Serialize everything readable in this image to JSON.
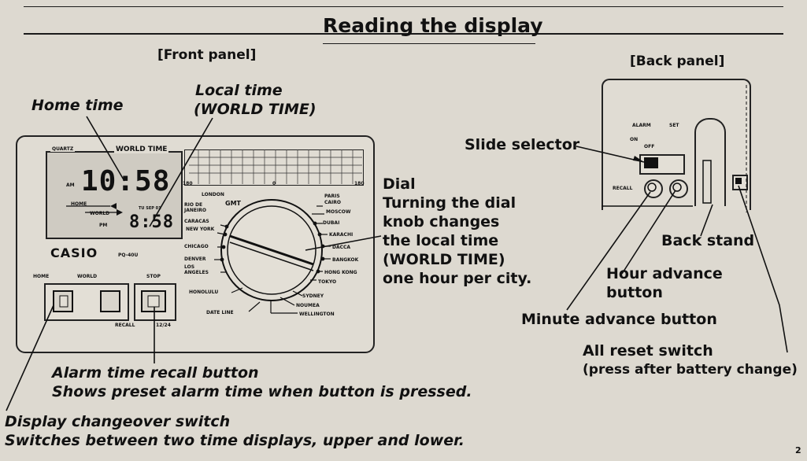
{
  "header": {
    "title": "Reading the display",
    "front_panel": "[Front panel]",
    "back_panel": "[Back panel]",
    "page_number": "2"
  },
  "front": {
    "brand": "CASIO",
    "model": "PQ-40U",
    "quartz": "QUARTZ",
    "world_time_label": "WORLD TIME",
    "upper_time": "10:58",
    "lower_time": "8:58",
    "am": "AM",
    "pm": "PM",
    "home_small": "HOME",
    "world_small": "WORLD",
    "tu_label": "TU SEP 01",
    "home_switch_label": "HOME",
    "world_switch_label": "WORLD",
    "stop_label": "STOP",
    "recall_label": "RECALL",
    "mode_label": "12/24",
    "gmt": "GMT",
    "cities_left": [
      "LONDON",
      "RIO DE JANEIRO",
      "CARACAS",
      "NEW YORK",
      "CHICAGO",
      "DENVER",
      "LOS ANGELES",
      "HONOLULU",
      "DATE LINE"
    ],
    "cities_right": [
      "PARIS",
      "CAIRO",
      "MOSCOW",
      "DUBAI",
      "KARACHI",
      "DACCA",
      "BANGKOK",
      "HONG KONG",
      "TOKYO",
      "SYDNEY",
      "NOUMEA",
      "WELLINGTON"
    ],
    "map_scale": [
      "180",
      "0",
      "180"
    ]
  },
  "back": {
    "alarm": "ALARM",
    "set": "SET",
    "on": "ON",
    "off": "OFF",
    "recall": "RECALL"
  },
  "labels": {
    "home_time": "Home time",
    "local_time_1": "Local time",
    "local_time_2": "(WORLD TIME)",
    "dial_lines": [
      "Dial",
      "Turning the dial",
      "knob changes",
      "the local time",
      "(WORLD TIME)",
      "one hour per city."
    ],
    "slide_selector": "Slide selector",
    "back_stand": "Back stand",
    "hour_advance_1": "Hour advance",
    "hour_advance_2": "button",
    "minute_advance": "Minute advance button",
    "all_reset_1": "All reset switch",
    "all_reset_2": "(press after battery change)",
    "alarm_recall_title": "Alarm time recall button",
    "alarm_recall_desc": "Shows preset alarm time when button is pressed.",
    "display_switch_title": "Display changeover switch",
    "display_switch_desc": "Switches between two time displays, upper and lower."
  }
}
